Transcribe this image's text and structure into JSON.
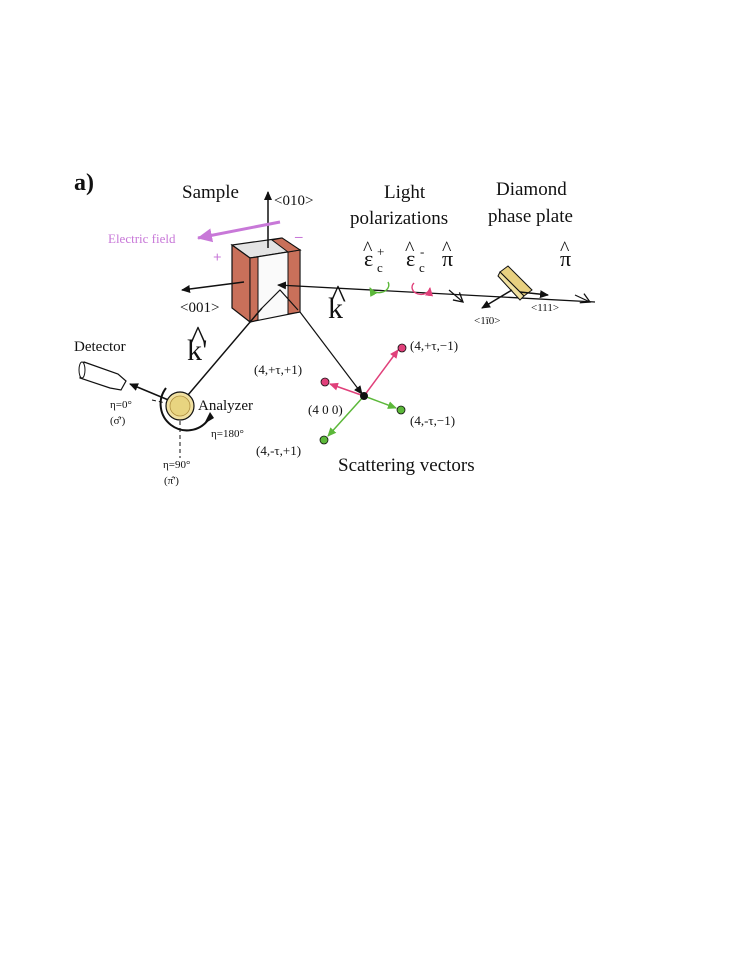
{
  "panel_label": "a)",
  "sample": {
    "title": "Sample",
    "axis_010": "<010>",
    "axis_001": "<001>",
    "electric_field": "Electric field",
    "plus": "+",
    "minus": "–"
  },
  "light": {
    "title_line1": "Light",
    "title_line2": "polarizations",
    "eps_plus_base": "ε",
    "eps_plus_sub": "c",
    "eps_plus_sup": "+",
    "eps_minus_base": "ε",
    "eps_minus_sub": "c",
    "eps_minus_sup": "-",
    "pi_in": "π",
    "pi_out": "π"
  },
  "plate": {
    "title_line1": "Diamond",
    "title_line2": "phase plate",
    "axis_1m10": "<1ī0>",
    "axis_111": "<111>"
  },
  "beam": {
    "k": "k",
    "k_prime": "k'"
  },
  "detector": {
    "label": "Detector",
    "analyzer": "Analyzer",
    "eta0": "η=0°",
    "sigma": "(σ̂')",
    "eta90": "η=90°",
    "pi": "(π̂')",
    "eta180": "η=180°"
  },
  "scattering": {
    "title": "Scattering vectors",
    "center": "(4 0 0)",
    "v1": "(4,+τ,−1)",
    "v2": "(4,+τ,+1)",
    "v3": "(4,-τ,−1)",
    "v4": "(4,-τ,+1)"
  },
  "colors": {
    "field": "#c878d8",
    "pink": "#e0407a",
    "green": "#5cb83a",
    "copper": "#c9705a",
    "gold": "#f0e0a0"
  }
}
